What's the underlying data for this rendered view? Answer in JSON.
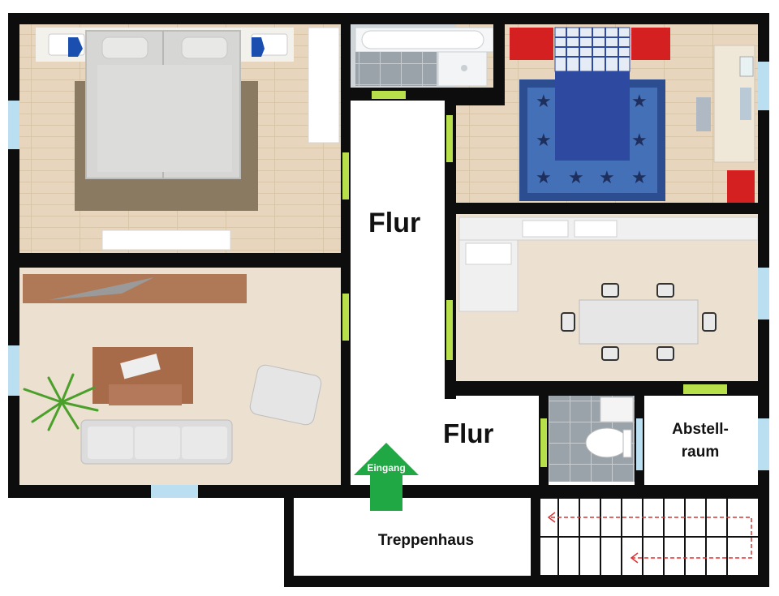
{
  "labels": {
    "flur_top": "Flur",
    "flur_bottom": "Flur",
    "abstellraum": "Abstell-\nraum",
    "treppenhaus": "Treppenhaus",
    "eingang": "Eingang"
  },
  "colors": {
    "wall": "#0d0d0d",
    "door": "#b8e04a",
    "window": "#b9dff0",
    "floor_wood": "#e7d6bd",
    "floor_beige": "#ece0d0",
    "rug_brown": "#8b7a62",
    "blue_rug": "#2c4d8f",
    "bedding_blue": "#2e4aa0",
    "accent_red": "#d42020",
    "tile_grey": "#9aa3aa",
    "entrance_arrow": "#1fa843",
    "stair_arrow": "#e03030"
  },
  "icons": {
    "entrance": "up-arrow-icon",
    "stairs": "stair-direction-arrow-icon"
  }
}
